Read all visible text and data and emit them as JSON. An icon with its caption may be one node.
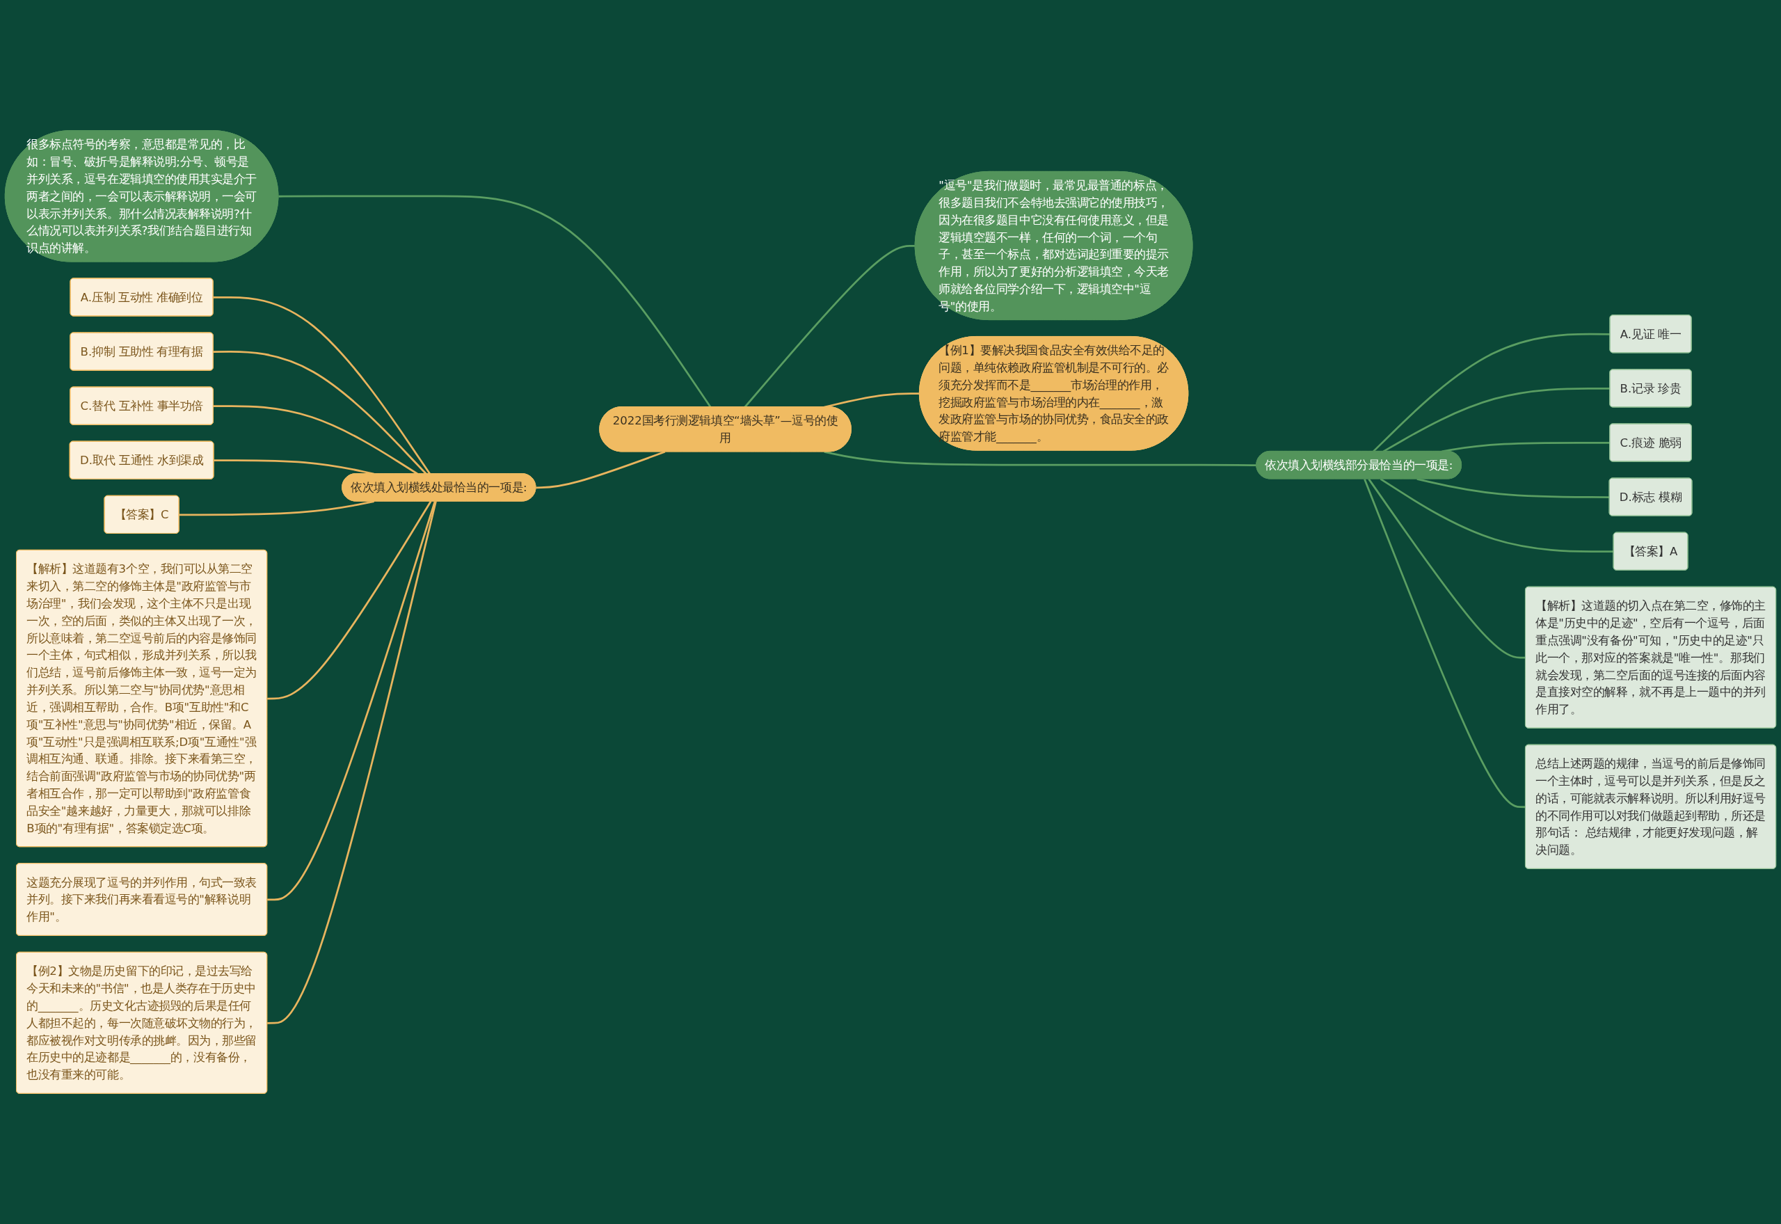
{
  "diagram": {
    "nodes": [
      {
        "text": [
          "2022国考行测逻辑填空“墙头草”—逗号的使用"
        ]
      },
      {
        "text": [
          "很多标点符号的考察，意思都是常见的，比如：冒号、破折号是解释说明;分号、顿号是并列关系，逗号在逻辑填空的使用其实是介于两者之间的，一会可以表示解释说明，一会可以表示并列关系。那什么情况表解释说明?什么情况可以表并列关系?我们结合题目进行知识点的讲解。"
        ]
      },
      {
        "text": [
          "\"逗号\"是我们做题时，最常见最普通的标点，很多题目我们不会特地去强调它的使用技巧，因为在很多题目中它没有任何使用意义，但是逻辑填空题不一样，任何的一个词，一个句子，甚至一个标点，都对选词起到重要的提示作用，所以为了更好的分析逻辑填空，今天老师就给各位同学介绍一下，逻辑填空中\"逗号\"的使用。"
        ]
      },
      {
        "text": [
          "【例1】要解决我国食品安全有效供给不足的问题，单纯依赖政府监管机制是不可行的。必须充分发挥而不是_______市场治理的作用，挖掘政府监管与市场治理的内在_______，激发政府监管与市场的协同优势，食品安全的政府监管才能_______。"
        ]
      },
      {
        "text": [
          "依次填入划横线处最恰当的一项是:"
        ]
      },
      {
        "text": [
          "A.压制 互动性 准确到位"
        ]
      },
      {
        "text": [
          "B.抑制 互助性 有理有据"
        ]
      },
      {
        "text": [
          "C.替代 互补性 事半功倍"
        ]
      },
      {
        "text": [
          "D.取代 互通性 水到渠成"
        ]
      },
      {
        "text": [
          "【答案】C"
        ]
      },
      {
        "text": [
          "【解析】这道题有3个空，我们可以从第二空来切入，第二空的修饰主体是\"政府监管与市场治理\"，我们会发现，这个主体不只是出现一次，空的后面，类似的主体又出现了一次，所以意味着，第二空逗号前后的内容是修饰同一个主体，句式相似，形成并列关系，所以我们总结，逗号前后修饰主体一致，逗号一定为并列关系。所以第二空与\"协同优势\"意思相近，强调相互帮助，合作。B项\"互助性\"和C项\"互补性\"意思与\"协同优势\"相近，保留。A项\"互动性\"只是强调相互联系;D项\"互通性\"强调相互沟通、联通。排除。接下来看第三空，结合前面强调\"政府监管与市场的协同优势\"两者相互合作，那一定可以帮助到\"政府监管食品安全\"越来越好，力量更大，那就可以排除B项的\"有理有据\"，答案锁定选C项。"
        ]
      },
      {
        "text": [
          "这题充分展现了逗号的并列作用，句式一致表并列。接下来我们再来看看逗号的\"解释说明作用\"。"
        ]
      },
      {
        "text": [
          "【例2】文物是历史留下的印记，是过去写给今天和未来的\"书信\"，也是人类存在于历史中的_______。历史文化古迹损毁的后果是任何人都担不起的，每一次随意破坏文物的行为，都应被视作对文明传承的挑衅。因为，那些留在历史中的足迹都是_______的，没有备份，也没有重来的可能。"
        ]
      },
      {
        "text": [
          "依次填入划横线部分最恰当的一项是:"
        ]
      },
      {
        "text": [
          "A.见证 唯一"
        ]
      },
      {
        "text": [
          "B.记录 珍贵"
        ]
      },
      {
        "text": [
          "C.痕迹 脆弱"
        ]
      },
      {
        "text": [
          "D.标志 模糊"
        ]
      },
      {
        "text": [
          "【答案】A"
        ]
      },
      {
        "text": [
          "【解析】这道题的切入点在第二空，修饰的主体是\"历史中的足迹\"，空后有一个逗号，后面重点强调\"没有备份\"可知，\"历史中的足迹\"只此一个，那对应的答案就是\"唯一性\"。那我们就会发现，第二空后面的逗号连接的后面内容是直接对空的解释，就不再是上一题中的并列作用了。"
        ]
      },
      {
        "text": [
          "总结上述两题的规律，当逗号的前后是修饰同一个主体时，逗号可以是并列关系，但是反之的话，可能就表示解释说明。所以利用好逗号的不同作用可以对我们做题起到帮助，所还是那句话： 总结规律，才能更好发现问题，解决问题。"
        ]
      }
    ],
    "edges": [
      {
        "from": 1,
        "to": 0,
        "arrow": "none",
        "color": "#5a9e62"
      },
      {
        "from": 0,
        "to": 2,
        "arrow": "none",
        "color": "#5a9e62"
      },
      {
        "from": 0,
        "to": 3,
        "arrow": "none",
        "color": "#e8b45e"
      },
      {
        "from": 4,
        "to": 0,
        "arrow": "none",
        "color": "#e8b45e"
      },
      {
        "from": 0,
        "to": 13,
        "arrow": "none",
        "color": "#5a9e62"
      },
      {
        "from": 5,
        "to": 4,
        "arrow": "none",
        "color": "#e8b45e"
      },
      {
        "from": 6,
        "to": 4,
        "arrow": "none",
        "color": "#e8b45e"
      },
      {
        "from": 7,
        "to": 4,
        "arrow": "none",
        "color": "#e8b45e"
      },
      {
        "from": 8,
        "to": 4,
        "arrow": "none",
        "color": "#e8b45e"
      },
      {
        "from": 9,
        "to": 4,
        "arrow": "none",
        "color": "#e8b45e"
      },
      {
        "from": 10,
        "to": 4,
        "arrow": "none",
        "color": "#e8b45e"
      },
      {
        "from": 11,
        "to": 4,
        "arrow": "none",
        "color": "#e8b45e"
      },
      {
        "from": 12,
        "to": 4,
        "arrow": "none",
        "color": "#e8b45e"
      },
      {
        "from": 13,
        "to": 14,
        "arrow": "none",
        "color": "#5a9e62"
      },
      {
        "from": 13,
        "to": 15,
        "arrow": "none",
        "color": "#5a9e62"
      },
      {
        "from": 13,
        "to": 16,
        "arrow": "none",
        "color": "#5a9e62"
      },
      {
        "from": 13,
        "to": 17,
        "arrow": "none",
        "color": "#5a9e62"
      },
      {
        "from": 13,
        "to": 18,
        "arrow": "none",
        "color": "#5a9e62"
      },
      {
        "from": 13,
        "to": 19,
        "arrow": "none",
        "color": "#5a9e62"
      },
      {
        "from": 13,
        "to": 20,
        "arrow": "none",
        "color": "#5a9e62"
      }
    ]
  }
}
